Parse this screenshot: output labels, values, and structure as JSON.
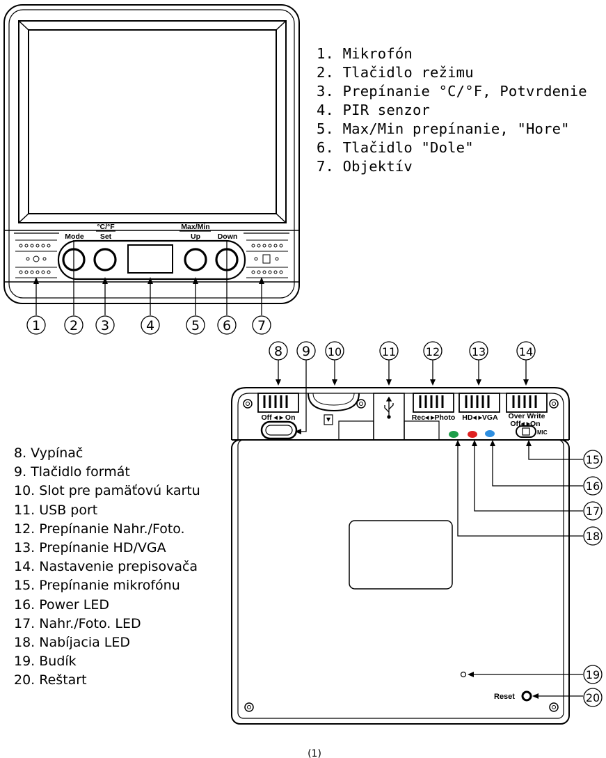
{
  "front_legend": [
    "1. Mikrofón",
    "2. Tlačidlo režimu",
    "3. Prepínanie °C/°F, Potvrdenie",
    "4. PIR senzor",
    "5. Max/Min prepínanie, \"Hore\"",
    "6. Tlačidlo \"Dole\"",
    "7. Objektív"
  ],
  "back_legend": [
    "8. Vypínač",
    "9. Tlačidlo formát",
    "10. Slot pre pamäťovú kartu",
    "11. USB port",
    "12. Prepínanie Nahr./Foto.",
    "13. Prepínanie HD/VGA",
    "14. Nastavenie prepisovača",
    "15. Prepínanie mikrofónu",
    "16. Power LED",
    "17. Nahr./Foto. LED",
    "18. Nabíjacia LED",
    "19. Budík",
    "20. Reštart"
  ],
  "front_labels": {
    "mode": "Mode",
    "cf": "°C/°F",
    "set": "Set",
    "maxmin": "Max/Min",
    "up": "Up",
    "down": "Down"
  },
  "back_labels": {
    "off_on": "Off ◂ ▸ On",
    "rec_photo": "Rec◂ ▸Photo",
    "hd_vga": "HD◂ ▸VGA",
    "over_write": "Over Write",
    "off_on_2": "Off◂  ▸On",
    "mic": "MIC",
    "reset": "Reset"
  },
  "callouts": [
    "1",
    "2",
    "3",
    "4",
    "5",
    "6",
    "7",
    "8",
    "9",
    "10",
    "11",
    "12",
    "13",
    "14",
    "15",
    "16",
    "17",
    "18",
    "19",
    "20"
  ],
  "page_mark": "(1)",
  "led_colors": {
    "green": "#1f9e4a",
    "red": "#e02222",
    "blue": "#2f8fe0"
  }
}
